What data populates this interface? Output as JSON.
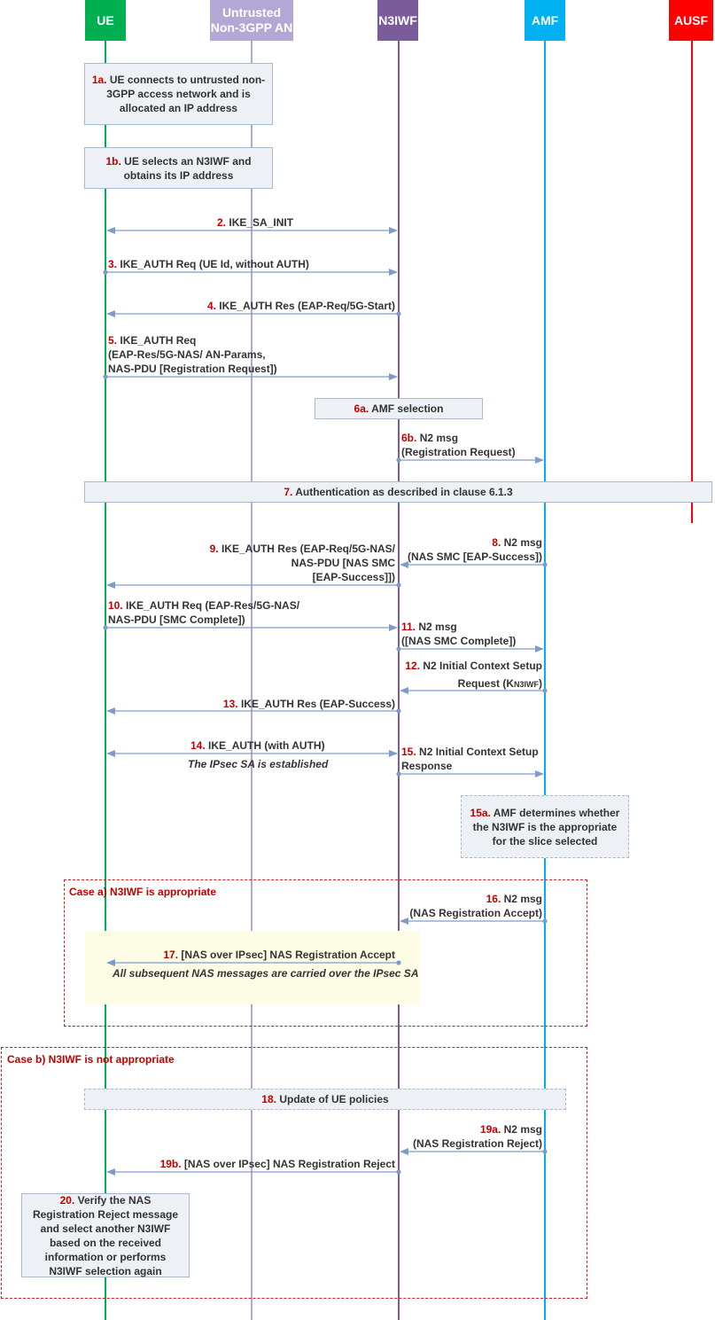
{
  "actors": {
    "ue": "UE",
    "an_line1": "Untrusted",
    "an_line2": "Non-3GPP AN",
    "n3iwf": "N3IWF",
    "amf": "AMF",
    "ausf": "AUSF"
  },
  "colors": {
    "ue": "#00b050",
    "an": "#b4a7d6",
    "n3iwf": "#7a5c9a",
    "amf": "#00b0f0",
    "ausf": "#ff0000",
    "arrow": "#7f9cc8",
    "step_number": "#c00000"
  },
  "steps": {
    "s1a": {
      "num": "1a.",
      "text": "UE connects to untrusted non-3GPP access network and is allocated an IP address"
    },
    "s1b": {
      "num": "1b.",
      "text": "UE selects an N3IWF and obtains its IP address"
    },
    "s2": {
      "num": "2.",
      "text": "IKE_SA_INIT"
    },
    "s3": {
      "num": "3.",
      "text": "IKE_AUTH Req (UE Id, without AUTH)"
    },
    "s4": {
      "num": "4.",
      "text": "IKE_AUTH Res (EAP-Req/5G-Start)"
    },
    "s5": {
      "num": "5.",
      "line1": "IKE_AUTH Req",
      "line2": "(EAP-Res/5G-NAS/ AN-Params,",
      "line3": "NAS-PDU [Registration Request])"
    },
    "s6a": {
      "num": "6a.",
      "text": "AMF selection"
    },
    "s6b": {
      "num": "6b.",
      "line1": "N2 msg",
      "line2": "(Registration Request)"
    },
    "s7": {
      "num": "7.",
      "text": "Authentication as described in clause 6.1.3"
    },
    "s8": {
      "num": "8.",
      "line1": "N2 msg",
      "line2": "(NAS SMC [EAP-Success])"
    },
    "s9": {
      "num": "9.",
      "line1": "IKE_AUTH Res (EAP-Req/5G-NAS/",
      "line2": "NAS-PDU [NAS SMC",
      "line3": "[EAP-Success]])"
    },
    "s10": {
      "num": "10.",
      "line1": "IKE_AUTH Req (EAP-Res/5G-NAS/",
      "line2": "NAS-PDU [SMC Complete])"
    },
    "s11": {
      "num": "11.",
      "line1": "N2 msg",
      "line2": "([NAS SMC Complete])"
    },
    "s12": {
      "num": "12.",
      "line1": "N2 Initial Context Setup",
      "line2": "Request (K",
      "line2_sub": "N3IWF",
      "line2_end": ")"
    },
    "s13": {
      "num": "13.",
      "text": "IKE_AUTH Res (EAP-Success)"
    },
    "s14": {
      "num": "14.",
      "text": "IKE_AUTH (with AUTH)",
      "note": "The IPsec SA is established"
    },
    "s15": {
      "num": "15.",
      "line1": "N2 Initial Context Setup",
      "line2": "Response"
    },
    "s15a": {
      "num": "15a.",
      "text": "AMF determines whether the N3IWF is the appropriate for the slice selected"
    },
    "s16": {
      "num": "16.",
      "line1": "N2 msg",
      "line2": "(NAS Registration Accept)"
    },
    "s17": {
      "num": "17.",
      "text": "[NAS over IPsec] NAS Registration Accept",
      "note": "All subsequent NAS messages are carried over the IPsec SA"
    },
    "s18": {
      "num": "18.",
      "text": "Update of UE policies"
    },
    "s19a": {
      "num": "19a.",
      "line1": "N2 msg",
      "line2": "(NAS Registration Reject)"
    },
    "s19b": {
      "num": "19b.",
      "text": "[NAS over IPsec] NAS Registration Reject"
    },
    "s20": {
      "num": "20.",
      "text": "Verify the NAS Registration Reject message and select another N3IWF based on the received information or performs N3IWF selection again"
    }
  },
  "cases": {
    "case_a": "Case a) N3IWF is appropriate",
    "case_b": "Case b) N3IWF is not appropriate"
  }
}
